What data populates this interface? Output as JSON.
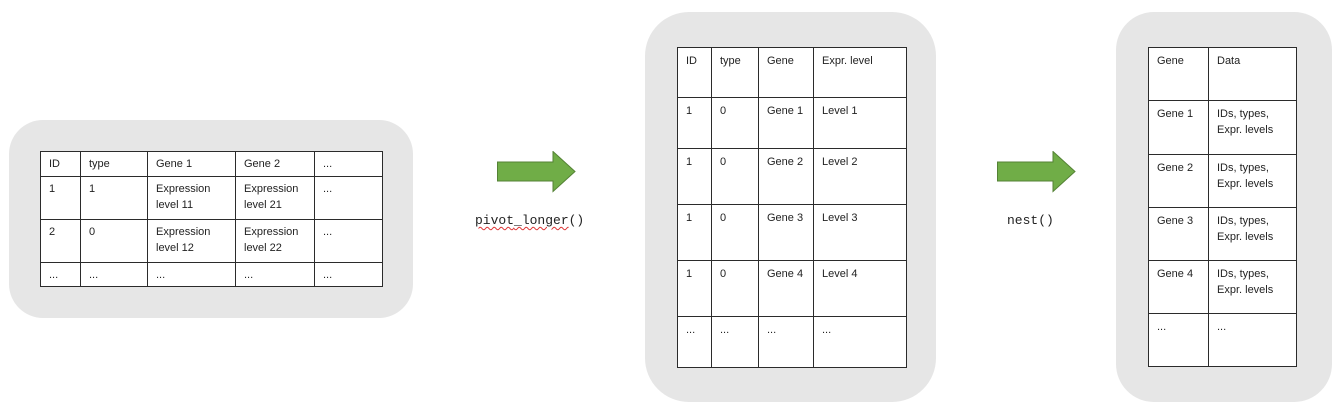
{
  "wide_table": {
    "header": [
      "ID",
      "type",
      "Gene 1",
      "Gene 2",
      "..."
    ],
    "rows": [
      [
        "1",
        "1",
        "Expression level 11",
        "Expression level 21",
        "..."
      ],
      [
        "2",
        "0",
        "Expression level 12",
        "Expression level 22",
        "..."
      ],
      [
        "...",
        "...",
        "...",
        "...",
        "..."
      ]
    ]
  },
  "long_table": {
    "header": [
      "ID",
      "type",
      "Gene",
      "Expr. level"
    ],
    "rows": [
      [
        "1",
        "0",
        "Gene 1",
        "Level 1"
      ],
      [
        "1",
        "0",
        "Gene 2",
        "Level 2"
      ],
      [
        "1",
        "0",
        "Gene 3",
        "Level 3"
      ],
      [
        "1",
        "0",
        "Gene 4",
        "Level 4"
      ],
      [
        "...",
        "...",
        "...",
        "..."
      ]
    ]
  },
  "nested_table": {
    "header": [
      "Gene",
      "Data"
    ],
    "rows": [
      [
        "Gene 1",
        "IDs, types, Expr. levels"
      ],
      [
        "Gene 2",
        "IDs, types, Expr. levels"
      ],
      [
        "Gene 3",
        "IDs, types, Expr. levels"
      ],
      [
        "Gene 4",
        "IDs, types, Expr. levels"
      ],
      [
        "...",
        "..."
      ]
    ]
  },
  "steps": {
    "pivot_prefix": "pivot",
    "pivot_suffix": "_longer",
    "pivot_parens": "()",
    "nest": "nest()"
  },
  "colors": {
    "panel": "#e6e6e6",
    "arrow": "#70ad47",
    "arrow_border": "#548235"
  }
}
